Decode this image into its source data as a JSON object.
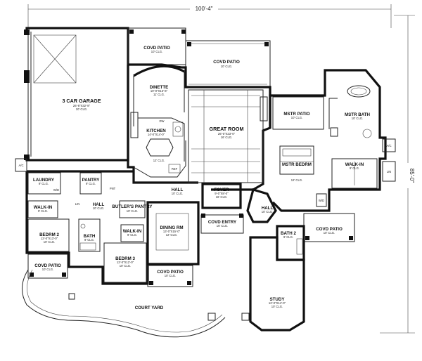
{
  "plan": {
    "width_dim": "100'-4\"",
    "depth_dim": "85'-0\""
  },
  "rooms": {
    "garage": {
      "name": "3 CAR GARAGE",
      "size": "26'-8\"X32'-8\"",
      "ceil": "10' CLG."
    },
    "covd_patio_garage": {
      "name": "COVD PATIO",
      "ceil": "10' CLG."
    },
    "covd_patio_rear": {
      "name": "COVD PATIO",
      "ceil": "10' CLG."
    },
    "dinette": {
      "name": "DINETTE",
      "size": "10'-0\"X13'-6\"",
      "ceil": "11' CLG."
    },
    "kitchen": {
      "name": "KITCHEN",
      "size": "14'-0\"X14'-0\"",
      "ceil": "12' CLG."
    },
    "great_room": {
      "name": "GREAT ROOM",
      "size": "26'-0\"X23'-0\"",
      "ceil": "16' CLG."
    },
    "mstr_patio": {
      "name": "MSTR PATIO",
      "ceil": "10' CLG."
    },
    "mstr_bath": {
      "name": "MSTR BATH",
      "ceil": "10' CLG."
    },
    "mstr_bedrm": {
      "name": "MSTR BEDRM",
      "ceil": "12' CLG."
    },
    "walk_in_master": {
      "name": "WALK-IN",
      "ceil": "9' CLG."
    },
    "laundry": {
      "name": "LAUNDRY",
      "ceil": "9' CLG."
    },
    "pantry": {
      "name": "PANTRY",
      "ceil": "9' CLG."
    },
    "hall_west": {
      "name": "HALL",
      "ceil": "10' CLG."
    },
    "hall_center": {
      "name": "HALL",
      "ceil": "10' CLG."
    },
    "hall_east": {
      "name": "HALL",
      "ceil": "10' CLG."
    },
    "walk_in_b2": {
      "name": "WALK-IN",
      "ceil": "9' CLG."
    },
    "butlers_pantry": {
      "name": "BUTLER'S PANTRY",
      "ceil": "10' CLG."
    },
    "bedrm2": {
      "name": "BEDRM 2",
      "size": "12'-0\"X13'-0\"",
      "ceil": "10' CLG."
    },
    "bath_west": {
      "name": "BATH",
      "ceil": "9' CLG."
    },
    "walk_in_b3": {
      "name": "WALK-IN",
      "ceil": "9' CLG."
    },
    "bedrm3": {
      "name": "BEDRM 3",
      "size": "12'-0\"X12'-0\"",
      "ceil": "10' CLG."
    },
    "dining_rm": {
      "name": "DINING RM",
      "size": "13'-0\"X15'-0\"",
      "ceil": "12' CLG."
    },
    "foyer": {
      "name": "FOYER",
      "size": "9'-0\"X8'-0\"",
      "ceil": "16' CLG."
    },
    "covd_entry": {
      "name": "COVD ENTRY",
      "ceil": "16' CLG."
    },
    "bath2": {
      "name": "BATH 2",
      "ceil": "9' CLG."
    },
    "study": {
      "name": "STUDY",
      "size": "12'-0\"X14'-0\"",
      "ceil": "10' CLG."
    },
    "covd_patio_west": {
      "name": "COVD PATIO",
      "ceil": "10' CLG."
    },
    "covd_patio_front": {
      "name": "COVD PATIO",
      "ceil": "10' CLG."
    },
    "covd_patio_east": {
      "name": "COVD PATIO",
      "ceil": "10' CLG."
    },
    "court_yard": {
      "name": "COURT YARD"
    }
  },
  "fixtures": {
    "ac_west": "A/C",
    "ac_east": "A/C",
    "ref": "REF",
    "dw": "DW",
    "wd": "W/D",
    "lin": "LIN",
    "pnt": "PNT",
    "wd_e": "W/D",
    "ref_lbl": "REF",
    "lin_w": "LIN"
  }
}
